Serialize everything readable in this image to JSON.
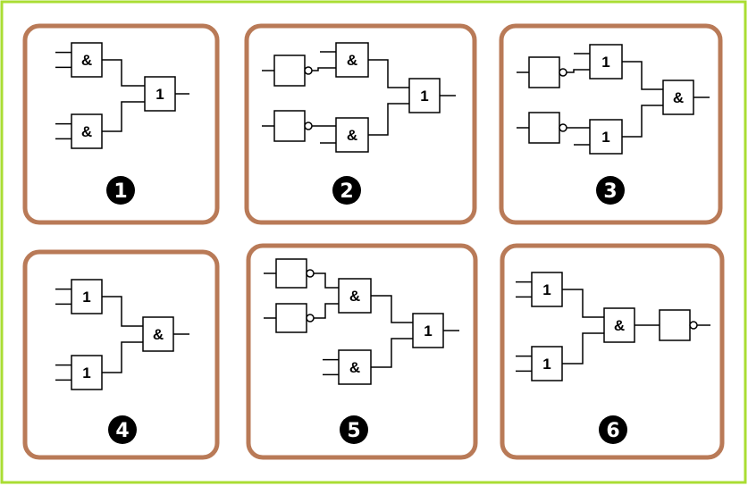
{
  "colors": {
    "frame": "#aadd33",
    "panel_border": "#b97a57",
    "line": "#000000",
    "number_disc": "#000000"
  },
  "panels": [
    {
      "number": "1",
      "gate_and": "&",
      "gate_or": "1"
    },
    {
      "number": "2",
      "gate_and": "&",
      "gate_or": "1"
    },
    {
      "number": "3",
      "gate_and": "&",
      "gate_or": "1"
    },
    {
      "number": "4",
      "gate_and": "&",
      "gate_or": "1"
    },
    {
      "number": "5",
      "gate_and": "&",
      "gate_or": "1"
    },
    {
      "number": "6",
      "gate_and": "&",
      "gate_or": "1"
    }
  ]
}
